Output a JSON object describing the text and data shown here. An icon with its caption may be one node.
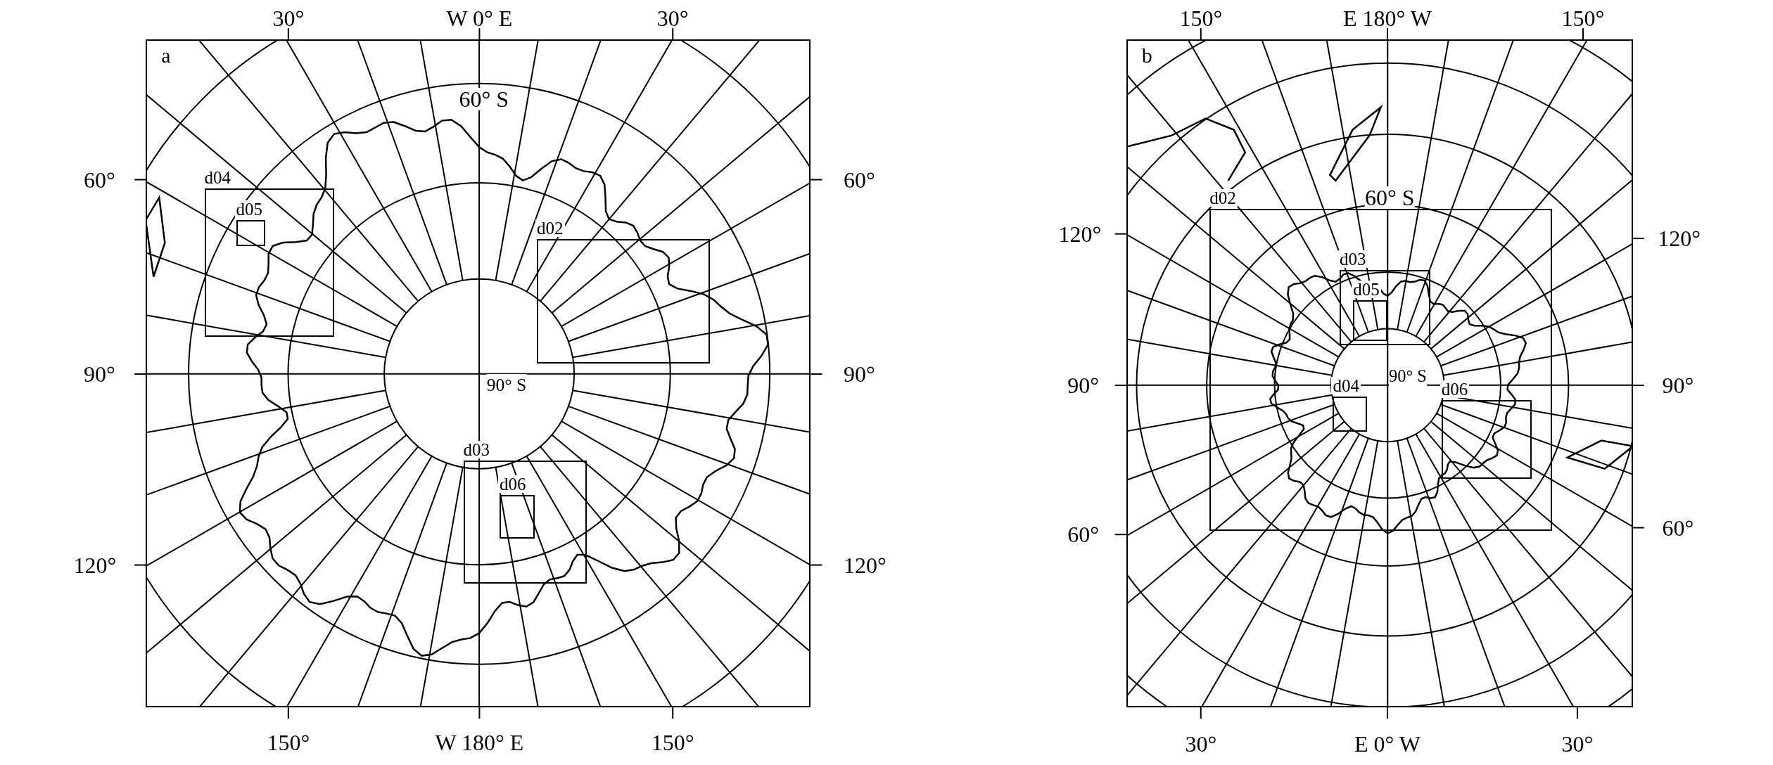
{
  "diagram": {
    "nodes": [
      {
        "text": [
          "a"
        ]
      },
      {
        "text": [
          "d02"
        ]
      },
      {
        "text": [
          "d03"
        ]
      },
      {
        "text": [
          "d04"
        ]
      },
      {
        "text": [
          "d05"
        ],
        "in": 3
      },
      {
        "text": [
          "d06"
        ],
        "in": 2
      },
      {
        "text": [
          "b"
        ]
      },
      {
        "text": [
          "d02"
        ]
      },
      {
        "text": [
          "d03"
        ],
        "in": 7
      },
      {
        "text": [
          "d05"
        ],
        "in": 8
      },
      {
        "text": [
          "d04"
        ],
        "in": 7
      },
      {
        "text": [
          "d06"
        ],
        "in": 7
      }
    ],
    "labels": [
      "30°",
      "W 0° E",
      "30°",
      "60°",
      "60°",
      "60° S",
      "90°",
      "90°",
      "90° S",
      "120°",
      "120°",
      "150°",
      "W 180° E",
      "150°",
      "150°",
      "E 180° W",
      "150°",
      "120°",
      "120°",
      "60° S",
      "90° S",
      "90°",
      "90°",
      "60°",
      "60°",
      "30°",
      "E 0° W",
      "30°"
    ]
  }
}
